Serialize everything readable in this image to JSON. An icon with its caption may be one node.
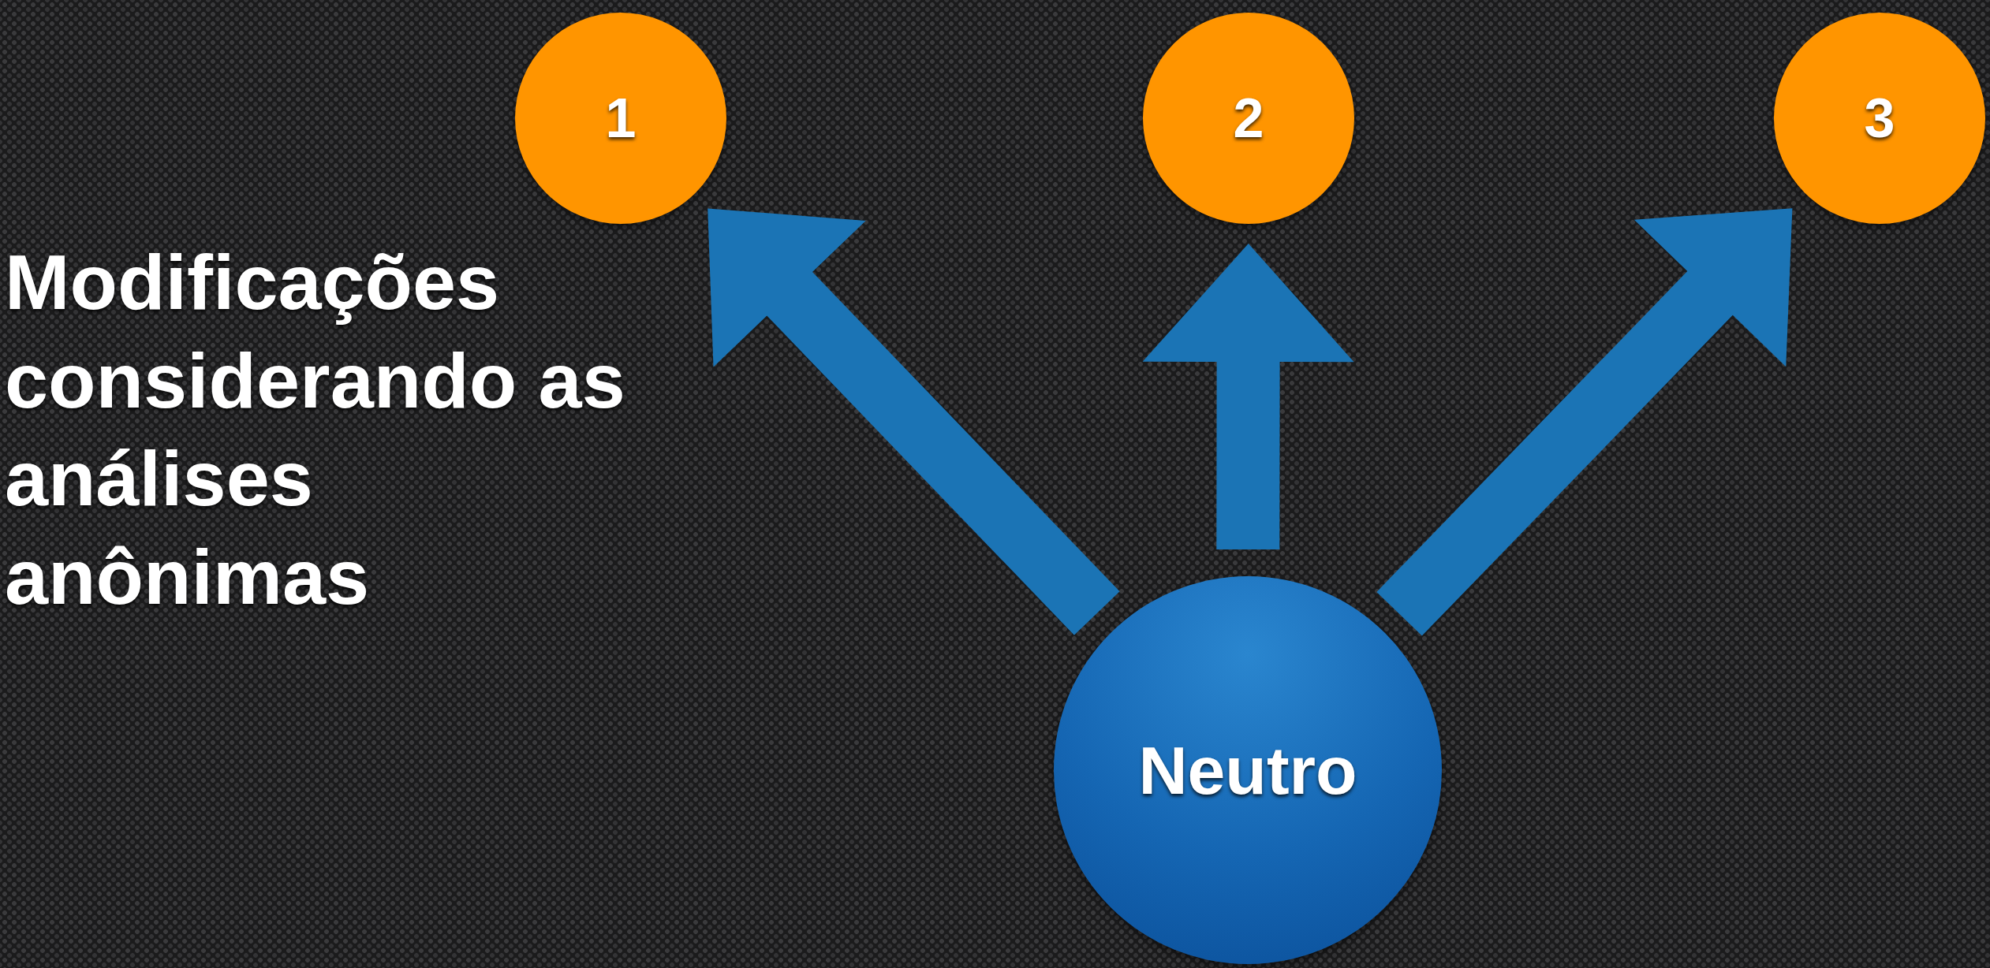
{
  "diagram": {
    "title": "Modificações considerando as análises anônimas",
    "nodes": [
      {
        "text": [
          "1"
        ]
      },
      {
        "text": [
          "2"
        ]
      },
      {
        "text": [
          "3"
        ]
      },
      {
        "text": [
          "Neutro"
        ]
      }
    ],
    "edges": [
      {
        "from": 3,
        "to": 0,
        "arrow": "to"
      },
      {
        "from": 3,
        "to": 1,
        "arrow": "to"
      },
      {
        "from": 3,
        "to": 2,
        "arrow": "to"
      }
    ]
  }
}
